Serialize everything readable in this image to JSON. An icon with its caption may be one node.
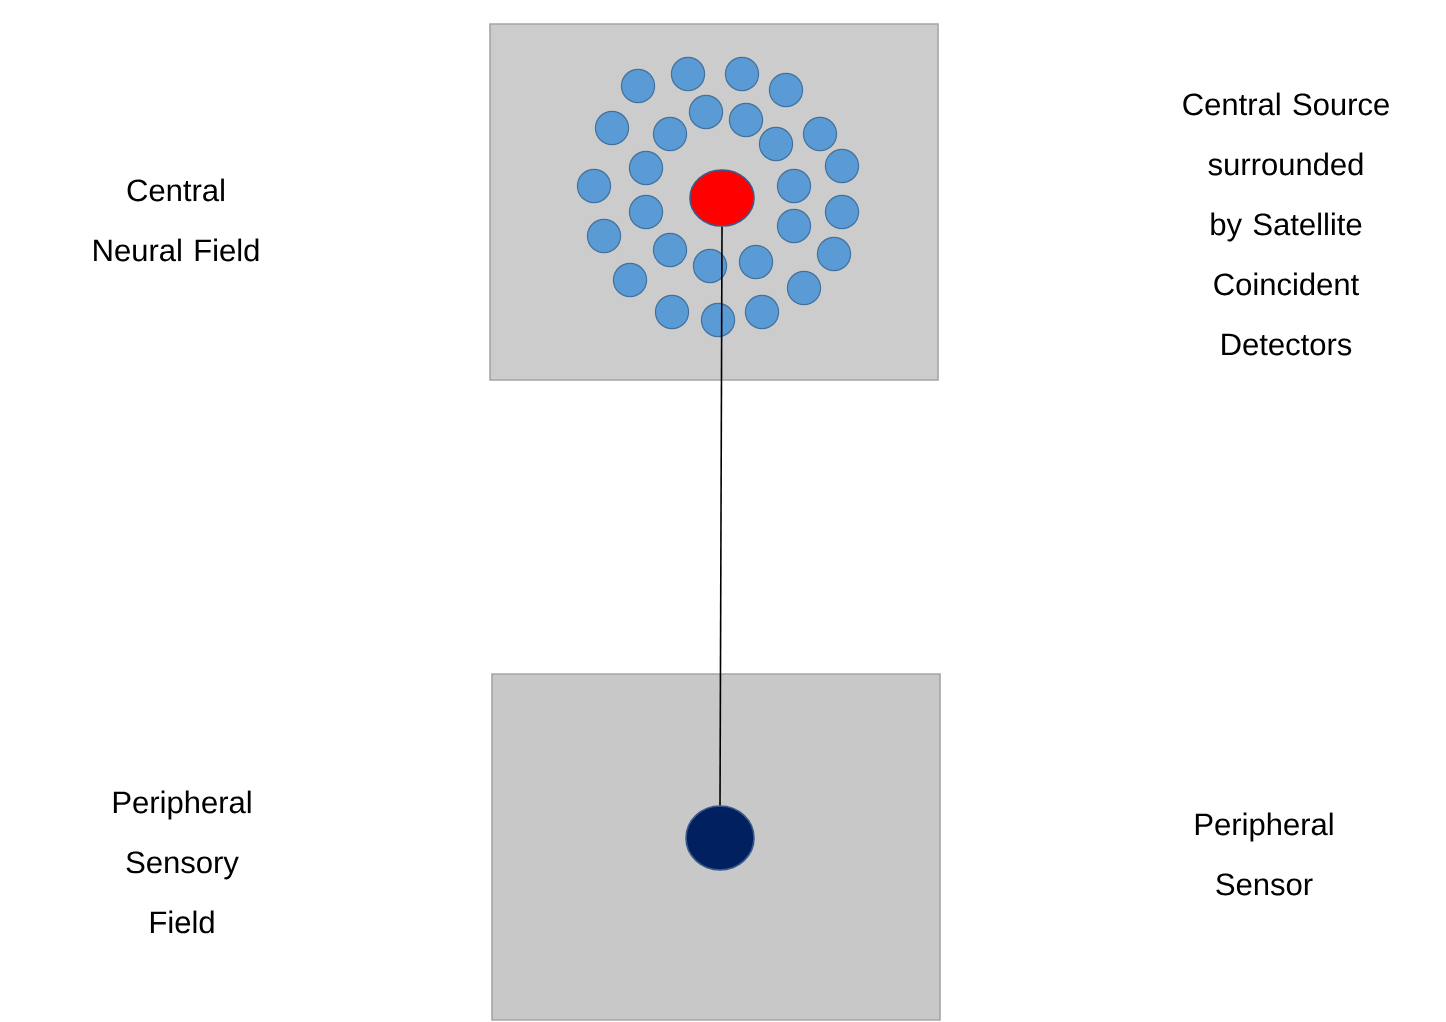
{
  "diagram": {
    "nodes": [
      {
        "text": [],
        "shape": "box"
      },
      {
        "text": [],
        "shape": "circle",
        "in": 0
      },
      {
        "text": [],
        "shape": "box"
      },
      {
        "text": [],
        "shape": "circle",
        "in": 2
      }
    ],
    "edges": [
      {
        "from": 1,
        "to": 3,
        "arrow": "none"
      }
    ],
    "labels": [
      "Central Neural Field",
      "Central Source surrounded by Satellite Coincident Detectors",
      "Peripheral Sensory Field",
      "Peripheral Sensor"
    ]
  }
}
